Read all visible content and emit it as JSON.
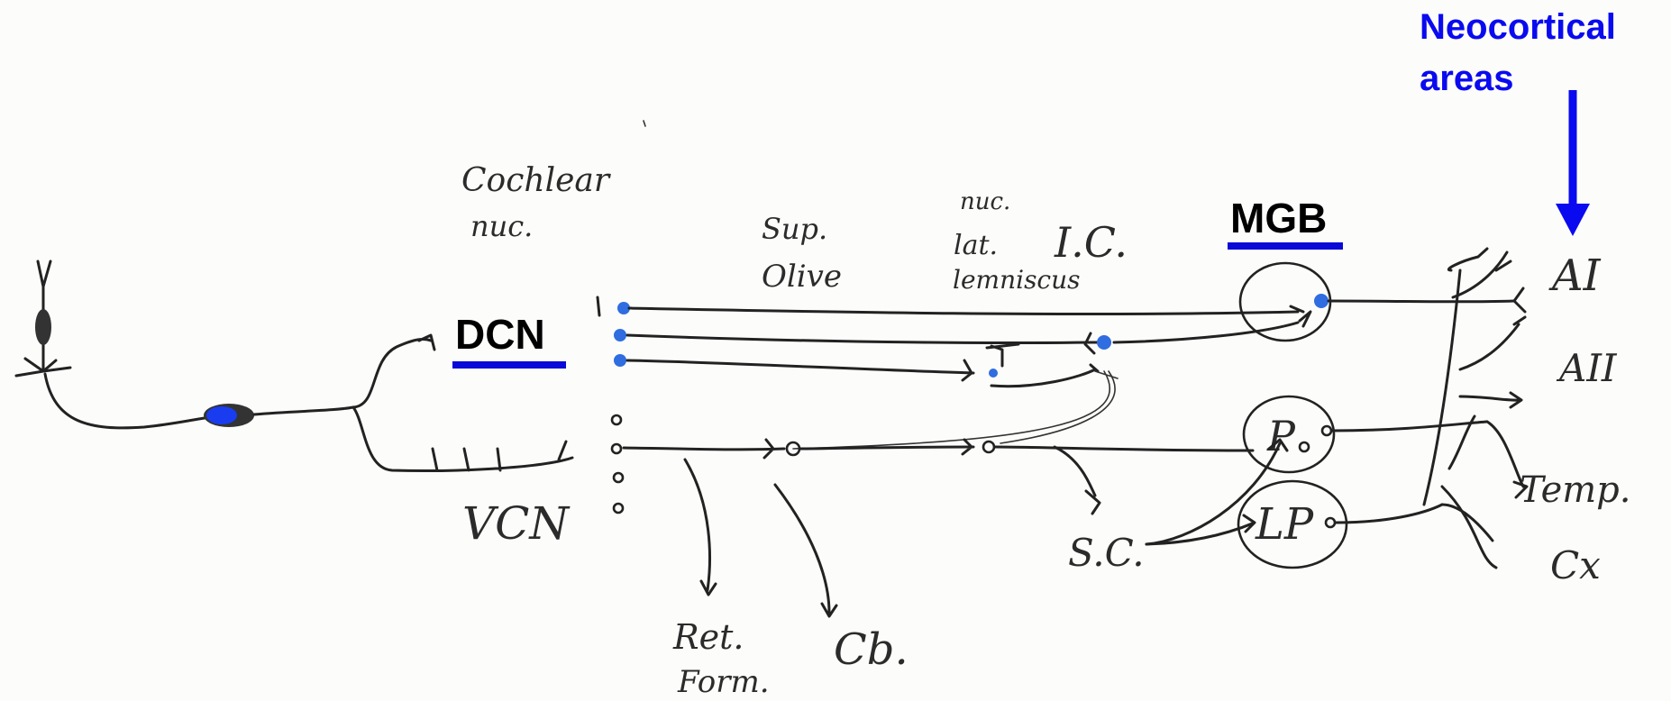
{
  "labels": {
    "neocortical": [
      "Neocortical",
      "areas"
    ],
    "mgb": "MGB",
    "dcn": "DCN",
    "cochlear": [
      "Cochlear",
      "nuc."
    ],
    "sup_olive": [
      "Sup.",
      "Olive"
    ],
    "lemniscus": [
      "nuc.",
      "lat.",
      "lemniscus"
    ],
    "ic": "I.C.",
    "vcn": "VCN",
    "sc": "S.C.",
    "p": "P",
    "lp": "LP",
    "ret_form": [
      "Ret.",
      "Form."
    ],
    "cb": "Cb.",
    "ai": "AI",
    "aii": "AII",
    "temp_cx": [
      "Temp.",
      "Cx"
    ]
  },
  "colors": {
    "accent": "#0a0af0",
    "underline": "#0a0ad8",
    "dots": "#2f6de0",
    "ink": "#222222"
  }
}
